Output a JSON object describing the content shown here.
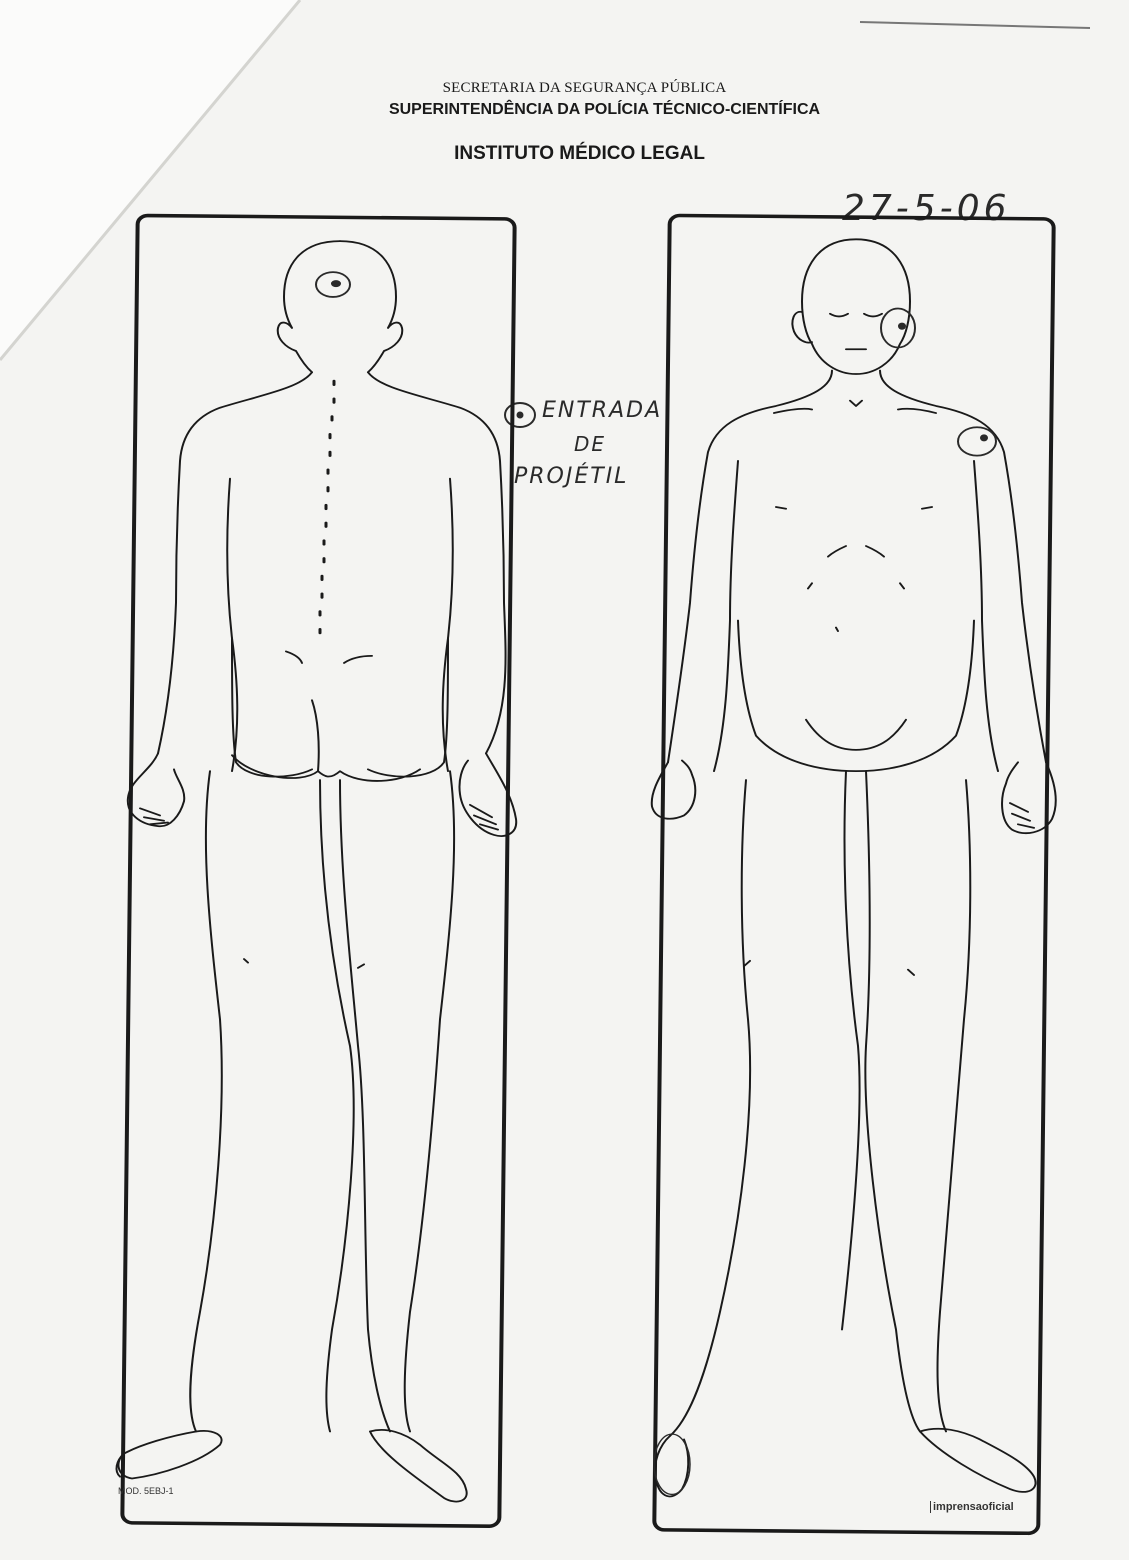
{
  "header": {
    "line1": "SECRETARIA DA SEGURANÇA PÚBLICA",
    "line2": "SUPERINTENDÊNCIA DA POLÍCIA TÉCNICO-CIENTÍFICA",
    "title": "INSTITUTO MÉDICO LEGAL"
  },
  "annotations": {
    "date": "27-5-06",
    "legend_line1": "ENTRADA",
    "legend_line2": "DE",
    "legend_line3": "PROJÉTIL"
  },
  "footer": {
    "form_code": "MOD. 5EBJ-1",
    "printer": "imprensaoficial"
  },
  "colors": {
    "paper": "#f4f4f2",
    "ink": "#1a1a1a",
    "pen": "#2a2a2a"
  }
}
